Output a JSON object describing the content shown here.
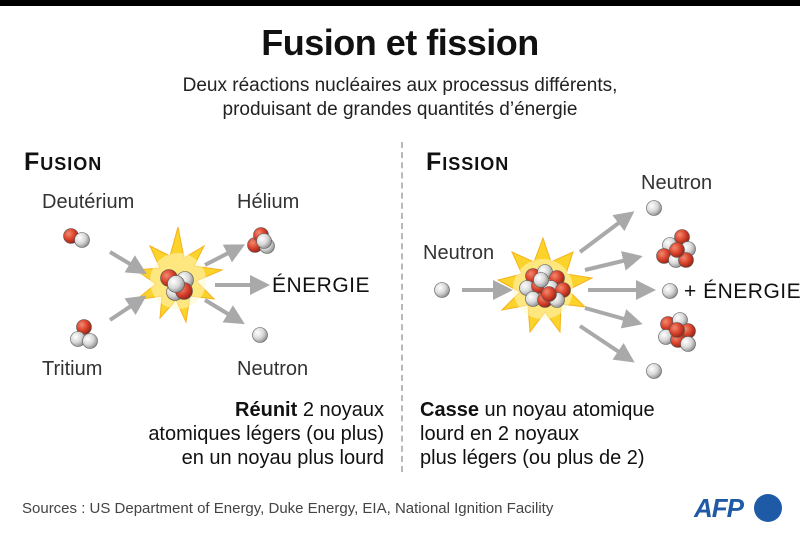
{
  "title": "Fusion et fission",
  "subtitle_line1": "Deux réactions nucléaires aux processus différents,",
  "subtitle_line2": "produisant de grandes quantités d’énergie",
  "fusion": {
    "heading": "Fusion",
    "deuterium": "Deutérium",
    "tritium": "Tritium",
    "helium": "Hélium",
    "energy": "ÉNERGIE",
    "neutron": "Neutron",
    "desc_bold": "Réunit",
    "desc_l1": " 2 noyaux",
    "desc_l2": "atomiques légers (ou plus)",
    "desc_l3": "en un noyau plus lourd"
  },
  "fission": {
    "heading": "Fission",
    "neutron_in": "Neutron",
    "neutron_out": "Neutron",
    "energy": "+ ÉNERGIE",
    "desc_bold": "Casse",
    "desc_l1": " un noyau atomique",
    "desc_l2": "lourd en 2 noyaux",
    "desc_l3": "plus légers (ou plus de 2)"
  },
  "sources": "Sources : US Department of Energy, Duke Energy, EIA, National Ignition Facility",
  "logo": "AFP",
  "colors": {
    "proton": "#d9412b",
    "neutron": "#d8d8d8",
    "arrow": "#a9a9a9",
    "burst": "#fbd32a",
    "afp_blue": "#1f5aa6"
  }
}
